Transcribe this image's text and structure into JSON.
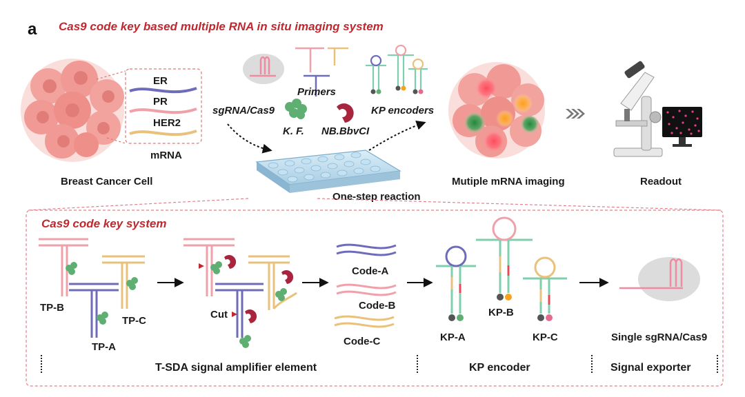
{
  "panel_letter": "a",
  "title": "Cas9 code key based multiple RNA in situ imaging system",
  "top": {
    "cell_label": "Breast Cancer Cell",
    "mrna": {
      "er": "ER",
      "pr": "PR",
      "her2": "HER2",
      "caption": "mRNA"
    },
    "sgrna_cas9": "sgRNA/Cas9",
    "primers": "Primers",
    "kp_encoders": "KP encoders",
    "kf": "K. F.",
    "nb": "NB.BbvCI",
    "one_step": "One-step reaction",
    "imaging": "Mutiple mRNA imaging",
    "readout": "Readout"
  },
  "bottom": {
    "title": "Cas9 code key system",
    "tp_b": "TP-B",
    "tp_c": "TP-C",
    "tp_a": "TP-A",
    "cut": "Cut",
    "code_a": "Code-A",
    "code_b": "Code-B",
    "code_c": "Code-C",
    "kp_a": "KP-A",
    "kp_b": "KP-B",
    "kp_c": "KP-C",
    "single": "Single sgRNA/Cas9",
    "sec_tsda": "T-SDA signal amplifier element",
    "sec_kp": "KP encoder",
    "sec_exp": "Signal exporter"
  },
  "colors": {
    "title_red": "#c0282f",
    "er_purple": "#6e6cb8",
    "pr_pink": "#f0a0a8",
    "her2_yellow": "#e9c17a",
    "kp_teal": "#7fcfae",
    "nb_crimson": "#a9243d",
    "kf_green": "#5fae72"
  }
}
